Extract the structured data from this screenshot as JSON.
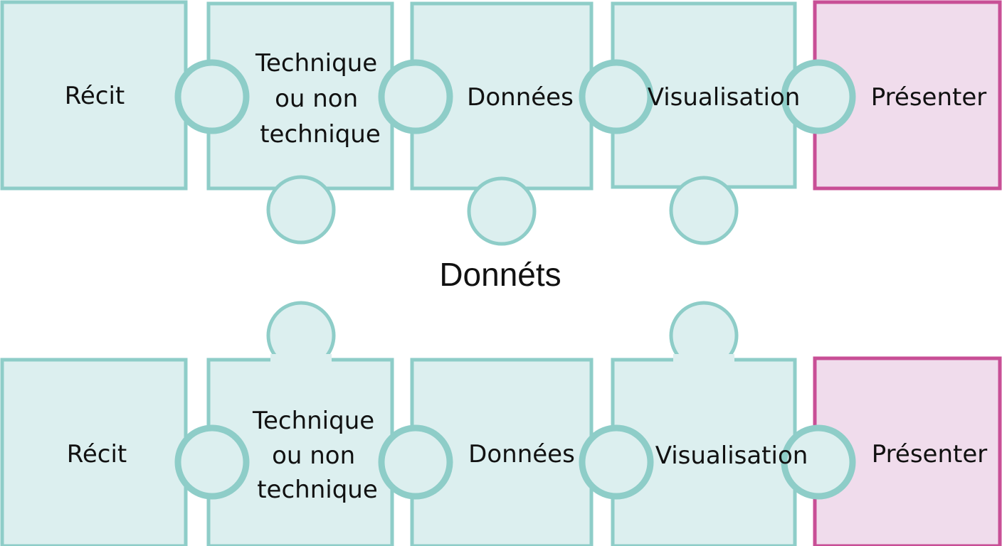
{
  "title": "Donnéts",
  "rows": [
    {
      "pieces": [
        {
          "lines": [
            "Récit"
          ],
          "color": "#8ecdc8"
        },
        {
          "lines": [
            "Technique",
            "ou non",
            "technique"
          ],
          "color": "#8ecdc8"
        },
        {
          "lines": [
            "Données"
          ],
          "color": "#8ecdc8"
        },
        {
          "lines": [
            "Visualisation"
          ],
          "color": "#8ecdc8"
        },
        {
          "lines": [
            "Présenter"
          ],
          "color": "#c84f96"
        }
      ]
    },
    {
      "pieces": [
        {
          "lines": [
            "Récit"
          ],
          "color": "#8ecdc8"
        },
        {
          "lines": [
            "Technique",
            "ou non",
            "technique"
          ],
          "color": "#8ecdc8"
        },
        {
          "lines": [
            "Données"
          ],
          "color": "#8ecdc8"
        },
        {
          "lines": [
            "Visualisation"
          ],
          "color": "#8ecdc8"
        },
        {
          "lines": [
            "Présenter"
          ],
          "color": "#c84f96"
        }
      ]
    }
  ]
}
